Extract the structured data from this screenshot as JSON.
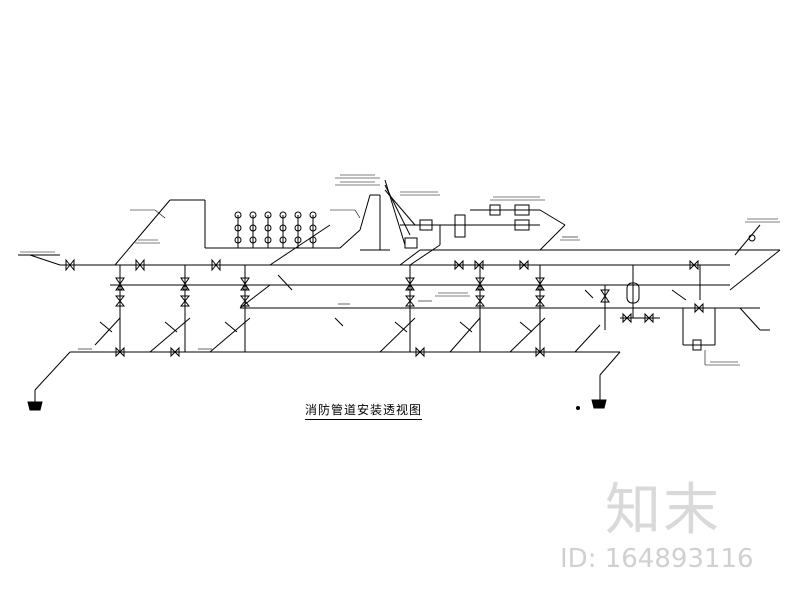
{
  "diagram": {
    "title": "消防管道安装透视图"
  },
  "watermark": {
    "logo": "知末",
    "id_text": "ID: 164893116"
  },
  "colors": {
    "line": "#000000",
    "watermark": "#d9d9d9"
  }
}
